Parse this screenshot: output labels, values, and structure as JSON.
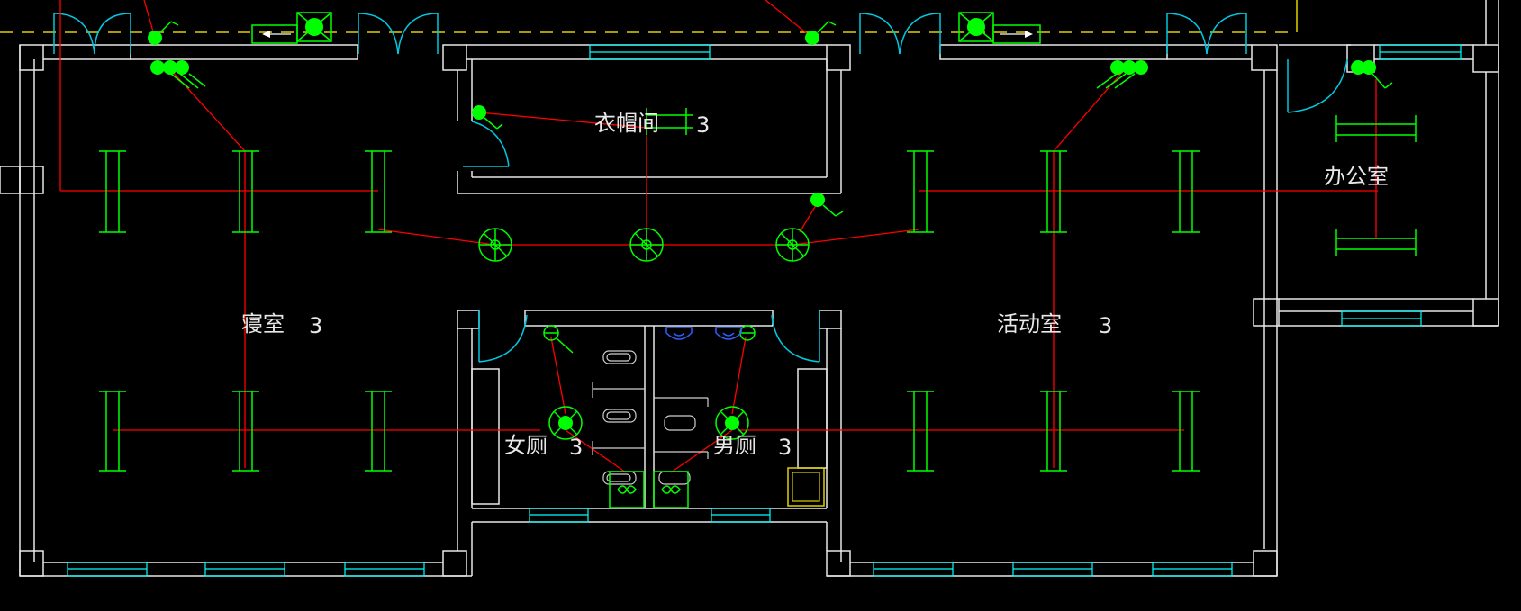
{
  "rooms": {
    "bedroom": {
      "name": "寝室",
      "count": "3"
    },
    "cloakroom": {
      "name": "衣帽间",
      "count": "3"
    },
    "activity": {
      "name": "活动室",
      "count": "3"
    },
    "office": {
      "name": "办公室"
    },
    "womens_wc": {
      "name": "女厕",
      "count": "3"
    },
    "mens_wc": {
      "name": "男厕",
      "count": "3"
    }
  },
  "colors": {
    "background": "#000000",
    "wall": "#e8e8e8",
    "window": "#00ffff",
    "wiring": "#ff0000",
    "fixture": "#00ff00",
    "axis": "#e0d000"
  }
}
